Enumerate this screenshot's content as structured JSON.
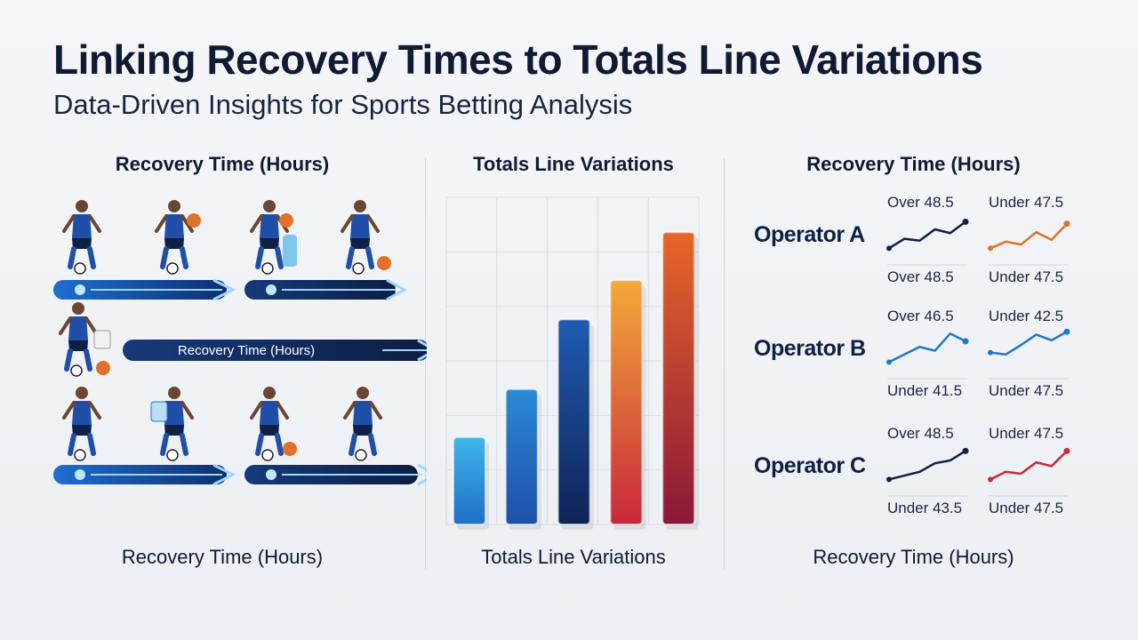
{
  "title": "Linking Recovery Times to Totals Line Variations",
  "subtitle": "Data-Driven Insights for Sports Betting Analysis",
  "left_panel": {
    "heading": "Recovery Time (Hours)",
    "footer": "Recovery Time (Hours)",
    "arrow_label": "Recovery Time (Hours)"
  },
  "middle_panel": {
    "heading": "Totals Line Variations",
    "footer": "Totals Line Variations"
  },
  "right_panel": {
    "heading": "Recovery Time (Hours)",
    "footer": "Recovery Time (Hours)"
  },
  "colors": {
    "navy": "#0f1f45",
    "blue": "#1f78c8",
    "orange": "#e0702a",
    "red": "#c8283a"
  },
  "chart_data": [
    {
      "type": "bar",
      "title": "Totals Line Variations",
      "categories": [
        "",
        "",
        "",
        "",
        ""
      ],
      "values": [
        2,
        3.1,
        4.7,
        5.6,
        6.7
      ],
      "ylim": [
        0,
        7.5
      ],
      "grid": true,
      "bar_colors": [
        [
          "#3fb6ea",
          "#1f6fc6"
        ],
        [
          "#2a8ad6",
          "#1e4fa8"
        ],
        [
          "#1f5bb0",
          "#0f2456"
        ],
        [
          "#f4a93a",
          "#c8283a"
        ],
        [
          "#e8662a",
          "#8a1838"
        ]
      ]
    },
    {
      "type": "line",
      "operators": [
        {
          "name": "Operator A",
          "sparklines": [
            {
              "top_label": "Over 48.5",
              "bottom_label": "Over 48.5",
              "color": "#0f1f45",
              "values": [
                1,
                2,
                1.8,
                3,
                2.6,
                3.8
              ]
            },
            {
              "top_label": "Under 47.5",
              "bottom_label": "Under 47.5",
              "color": "#e0702a",
              "values": [
                1,
                1.7,
                1.4,
                2.7,
                1.9,
                3.6
              ]
            }
          ]
        },
        {
          "name": "Operator B",
          "sparklines": [
            {
              "top_label": "Over 46.5",
              "bottom_label": "Under 41.5",
              "color": "#1f78c8",
              "values": [
                1,
                1.8,
                2.6,
                2.2,
                4,
                3.2
              ]
            },
            {
              "top_label": "Under 42.5",
              "bottom_label": "Under 47.5",
              "color": "#1f78c8",
              "values": [
                2,
                1.8,
                2.8,
                3.9,
                3.3,
                4.2
              ]
            }
          ]
        },
        {
          "name": "Operator C",
          "sparklines": [
            {
              "top_label": "Over 48.5",
              "bottom_label": "Under 43.5",
              "color": "#0f1f45",
              "values": [
                1,
                1.4,
                1.8,
                2.7,
                3,
                4
              ]
            },
            {
              "top_label": "Under 47.5",
              "bottom_label": "Under 47.5",
              "color": "#c8283a",
              "values": [
                1,
                1.8,
                1.6,
                2.8,
                2.4,
                4
              ]
            }
          ]
        }
      ]
    }
  ]
}
